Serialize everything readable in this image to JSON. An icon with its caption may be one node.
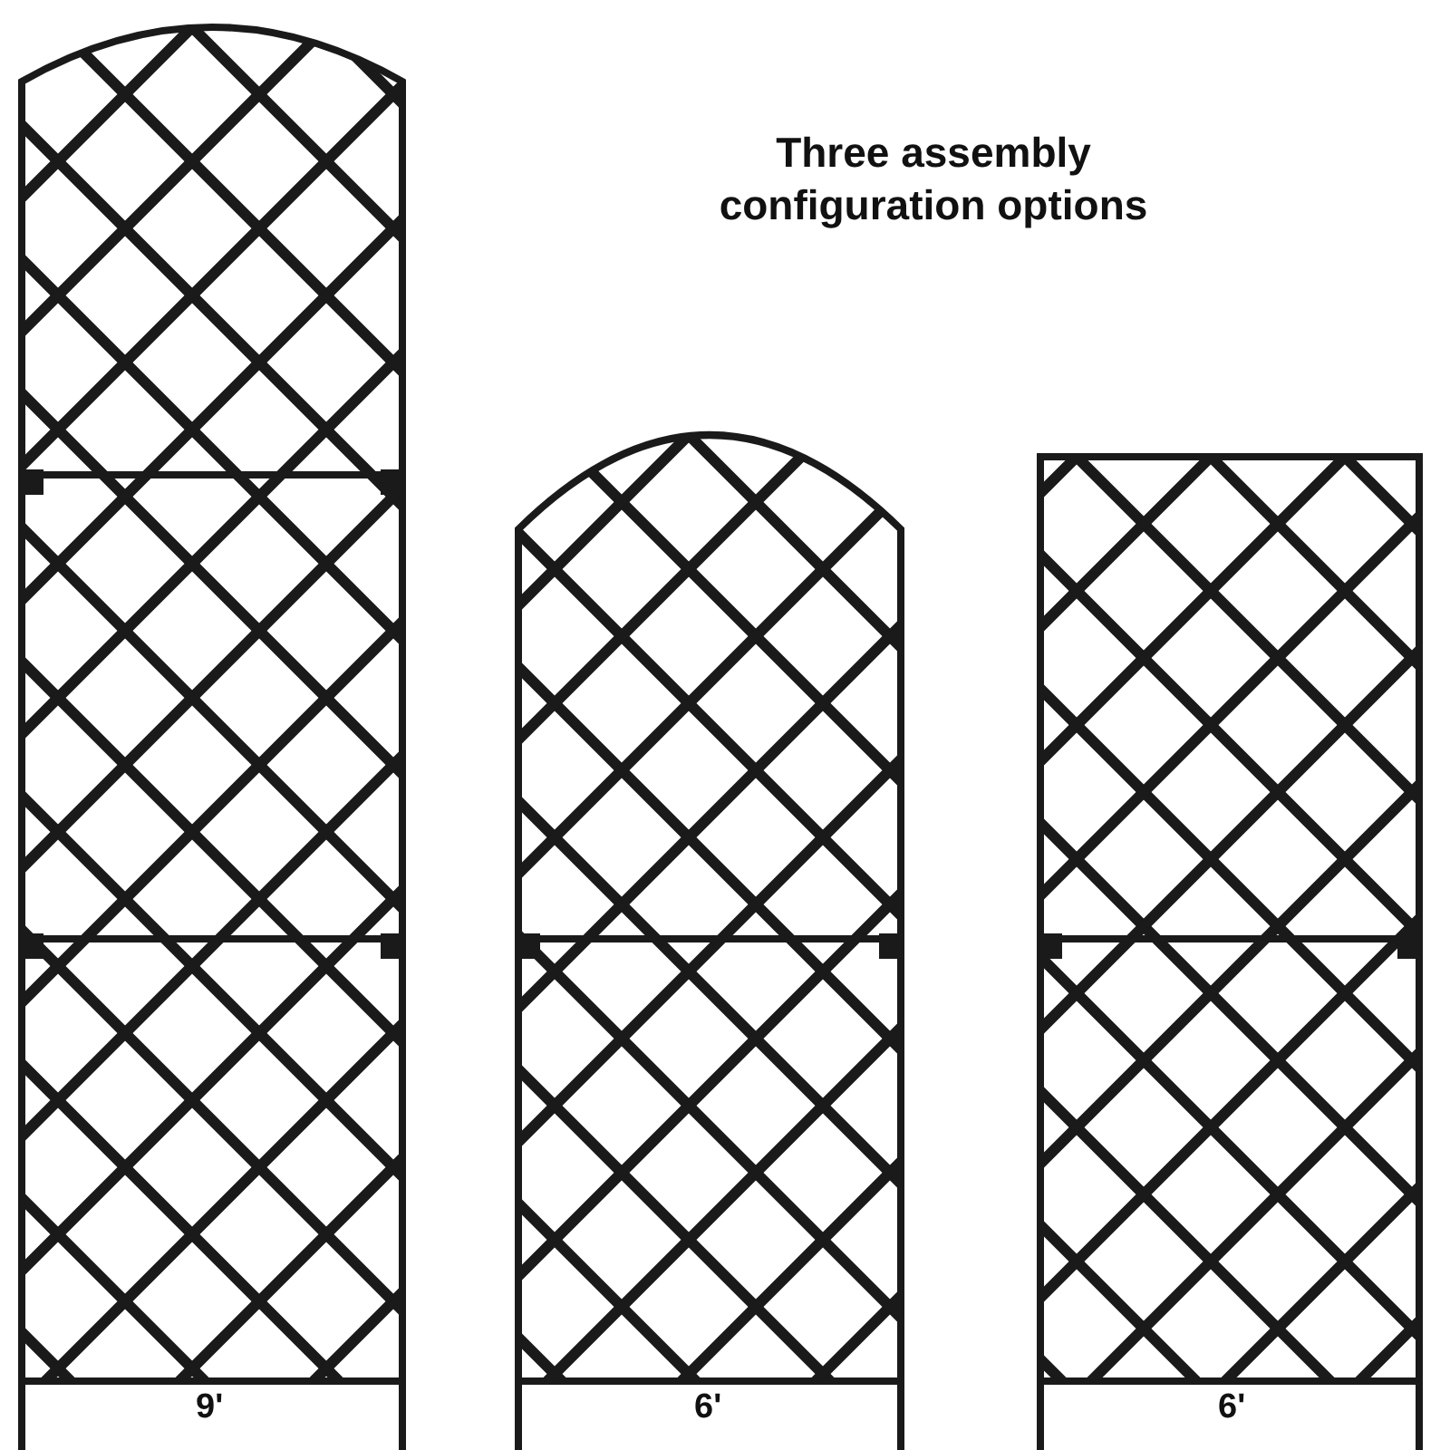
{
  "diagram": {
    "title": "Three assembly configuration options",
    "labels": [
      "9'",
      "6'",
      "6'"
    ]
  }
}
